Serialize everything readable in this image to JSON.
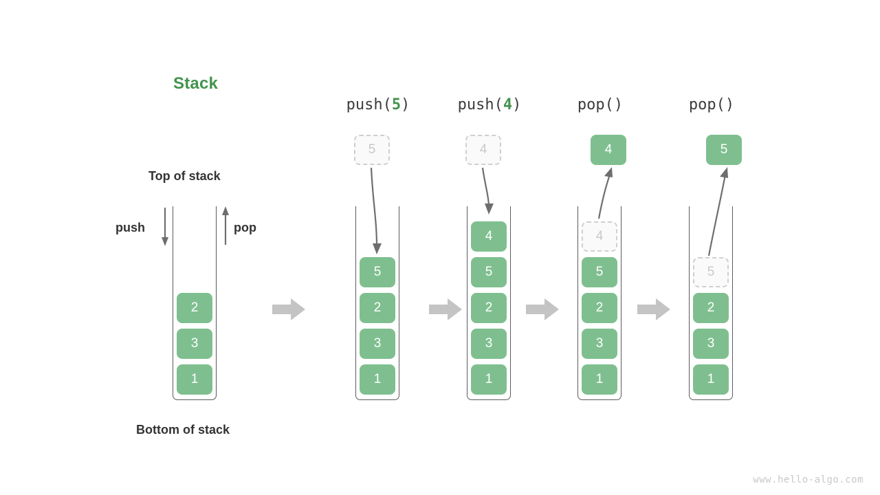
{
  "title": "Stack",
  "labels": {
    "top_of_stack": "Top of stack",
    "bottom_of_stack": "Bottom of stack",
    "push": "push",
    "pop": "pop"
  },
  "colors": {
    "element_green": "#7fbf8f",
    "title_green": "#42934d",
    "ghost_fill": "#fafafa",
    "ghost_border": "#cfcfcf",
    "ghost_text": "#c9c9c9",
    "container_stroke": "#5a5a5a",
    "arrow_gray": "#6e6e6e",
    "separator_gray": "#c4c4c4",
    "label_text": "#333333",
    "header_text": "#3c3c3c",
    "watermark": "#c8c8c8"
  },
  "columns": [
    {
      "name": "initial-stack",
      "header": "",
      "header_prefix": "",
      "header_arg": "",
      "header_suffix": "",
      "elements": [
        "2",
        "3",
        "1"
      ],
      "ghost_index": -1,
      "floating": null,
      "floating_kind": "none"
    },
    {
      "name": "push-5",
      "header": "push(5)",
      "header_prefix": "push(",
      "header_arg": "5",
      "header_suffix": ")",
      "elements": [
        "5",
        "2",
        "3",
        "1"
      ],
      "ghost_index": -1,
      "floating": "5",
      "floating_kind": "ghost"
    },
    {
      "name": "push-4",
      "header": "push(4)",
      "header_prefix": "push(",
      "header_arg": "4",
      "header_suffix": ")",
      "elements": [
        "4",
        "5",
        "2",
        "3",
        "1"
      ],
      "ghost_index": -1,
      "floating": "4",
      "floating_kind": "ghost"
    },
    {
      "name": "pop-4",
      "header": "pop()",
      "header_prefix": "pop()",
      "header_arg": "",
      "header_suffix": "",
      "elements": [
        "4",
        "5",
        "2",
        "3",
        "1"
      ],
      "ghost_index": 0,
      "floating": "4",
      "floating_kind": "solid"
    },
    {
      "name": "pop-5",
      "header": "pop()",
      "header_prefix": "pop()",
      "header_arg": "",
      "header_suffix": "",
      "elements": [
        "5",
        "2",
        "3",
        "1"
      ],
      "ghost_index": 0,
      "floating": "5",
      "floating_kind": "solid"
    }
  ],
  "separators": [
    "arrow-right",
    "arrow-right",
    "arrow-right",
    "arrow-right"
  ],
  "watermark": "www.hello-algo.com"
}
